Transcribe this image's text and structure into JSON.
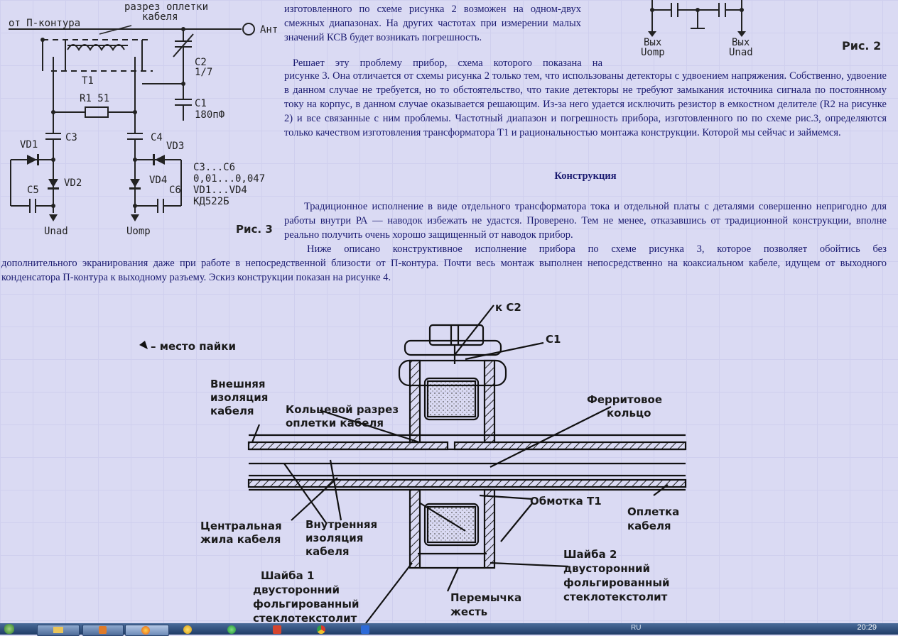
{
  "paragraphs": {
    "p_intro": "изготовленного по схеме рисунка 2 возможен на одном-двух смежных диапазонах. На других частотах при измерении малых значений КСВ будет возникать погрешность.",
    "p_solve_1": "Решает эту проблему прибор, схема которого показана на",
    "p_solve_2": "рисунке 3. Она отличается от схемы рисунка 2 только тем, что использованы детекторы с удвоением напряжения. Собственно, удвоение в данном случае не требуется, но то обстоятельство, что такие детекторы не требуют замыкания источника сигнала по постоянному току на корпус, в данном случае оказывается решающим. Из-за него удается исключить резистор в емкостном делителе (R2 на рисунке 2) и все связанные с ним проблемы. Частотный диапазон и погрешность прибора, изготовленного по по схеме рис.3, определяются только качеством изготовления трансформатора Т1 и рациональностью монтажа конструкции. Которой мы сейчас и займемся.",
    "heading": "Конструкция",
    "p_trad": "Традиционное исполнение в виде отдельного трансформатора тока и отдельной платы с деталями совершенно непригодно для работы внутри РА — наводок избежать не удастся. Проверено. Тем не менее, отказавшись от традиционной конструкции, вполне реально получить очень хорошо защищенный от наводок прибор.",
    "p_below_1": "Ниже описано конструктивное исполнение прибора по схеме рисунка 3, которое позволяет обойтись без",
    "p_below_2": "дополнительного экранирования даже при работе в непосредственной близости от П-контура. Почти весь монтаж выполнен непосредственно на коаксиальном кабеле, идущем от выходного конденсатора П-контура к выходному разъему. Эскиз конструкции показан на рисунке 4."
  },
  "fig2": {
    "caption": "Рис. 2",
    "out_left_1": "Вых",
    "out_left_2": "Uomp",
    "out_right_1": "Вых",
    "out_right_2": "Unad"
  },
  "fig3": {
    "caption": "Рис. 3",
    "from_pi": "от П-контура",
    "cut_1": "разрез оплетки",
    "cut_2": "кабеля",
    "ant": "Ант",
    "t1": "T1",
    "r1": "R1 51",
    "c2": "C2",
    "c2v": "1/7",
    "c1": "C1",
    "c1v": "180пФ",
    "c3": "C3",
    "c4": "C4",
    "vd1": "VD1",
    "vd2": "VD2",
    "vd3": "VD3",
    "vd4": "VD4",
    "c5": "C5",
    "c6": "C6",
    "note1": "C3...C6",
    "note2": "0,01...0,047",
    "note3": "VD1...VD4",
    "note4": "КД522Б",
    "unad": "Unad",
    "uomp": "Uomp"
  },
  "fig4": {
    "to_c2": "к C2",
    "c1": "C1",
    "solder": "– место пайки",
    "outer_ins_1": "Внешняя",
    "outer_ins_2": "изоляция",
    "outer_ins_3": "кабеля",
    "ring_cut_1": "Кольцевой разрез",
    "ring_cut_2": "оплетки кабеля",
    "ferrite_1": "Ферритовое",
    "ferrite_2": "кольцо",
    "winding": "Обмотка T1",
    "braid_1": "Оплетка",
    "braid_2": "кабеля",
    "center_1": "Центральная",
    "center_2": "жила кабеля",
    "inner_ins_1": "Внутренняя",
    "inner_ins_2": "изоляция",
    "inner_ins_3": "кабеля",
    "washer2_1": "Шайба 2",
    "washer2_2": "двусторонний",
    "washer2_3": "фольгированный",
    "washer2_4": "стеклотекстолит",
    "washer1_1": "Шайба 1",
    "washer1_2": "двусторонний",
    "washer1_3": "фольгированный",
    "washer1_4": "стеклотекстолит",
    "jumper_1": "Перемычка",
    "jumper_2": "жесть"
  },
  "taskbar": {
    "tray_text": "RU",
    "clock": "20:29"
  }
}
